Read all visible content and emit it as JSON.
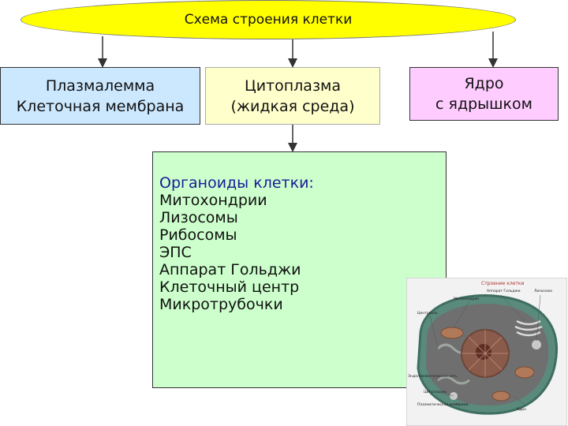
{
  "title": "Схема строения клетки",
  "boxes": {
    "plasmalemma": {
      "line1": "Плазмалемма",
      "line2": "Клеточная мембрана"
    },
    "cytoplasm": {
      "line1": "Цитоплазма",
      "line2": "(жидкая среда)"
    },
    "nucleus": {
      "line1": "Ядро",
      "line2": "с ядрышком"
    }
  },
  "organelles": {
    "heading": "Органоиды клетки:",
    "items": [
      "Митохондрии",
      "Лизосомы",
      "Рибосомы",
      "ЭПС",
      "Аппарат Гольджи",
      "Клеточный центр",
      "Микротрубочки"
    ]
  },
  "figure": {
    "caption": "Строение клетки",
    "labels": [
      "Аппарат Гольджи",
      "Лизосома",
      "Митохондрия",
      "Центриоль",
      "Эндоплазматическая сеть",
      "Цитоплазма",
      "Плазматическая мембрана",
      "Ядро"
    ]
  },
  "colors": {
    "title_fill": "#ffff00",
    "plasmalemma_fill": "#cce8ff",
    "cytoplasm_fill": "#ffffcc",
    "nucleus_fill": "#ffccff",
    "organelles_fill": "#ccffcc",
    "heading_text": "#1a1a99"
  }
}
